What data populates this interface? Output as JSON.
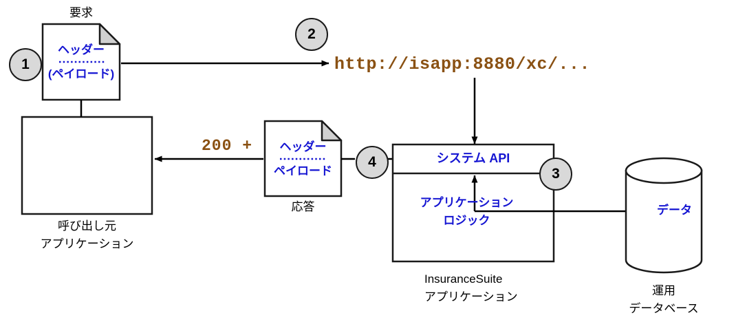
{
  "diagram": {
    "title": "InsuranceSuite REST API call flow",
    "colors": {
      "blue": "#1414d2",
      "brown": "#8a5113",
      "line": "#000000",
      "circle_fill": "#d9d9d9",
      "fold_fill": "#d0d0d0",
      "background": "#ffffff"
    },
    "steps": [
      {
        "id": "step-1",
        "number": "1"
      },
      {
        "id": "step-2",
        "number": "2"
      },
      {
        "id": "step-3",
        "number": "3"
      },
      {
        "id": "step-4",
        "number": "4"
      }
    ],
    "request_document": {
      "caption": "要求",
      "header_label": "ヘッダー",
      "payload_label": "(ペイロード)"
    },
    "response_document": {
      "caption": "応答",
      "header_label": "ヘッダー",
      "payload_label": "ペイロード"
    },
    "caller_application": {
      "caption_line1": "呼び出し元",
      "caption_line2": "アプリケーション"
    },
    "url": "http://isapp:8880/xc/...",
    "status_label": "200 +",
    "insurance_suite": {
      "api_band_label": "システム API",
      "logic_label_line1": "アプリケーション",
      "logic_label_line2": "ロジック",
      "caption_line1": "InsuranceSuite",
      "caption_line2": "アプリケーション"
    },
    "database": {
      "data_label": "データ",
      "caption_line1": "運用",
      "caption_line2": "データベース"
    }
  }
}
